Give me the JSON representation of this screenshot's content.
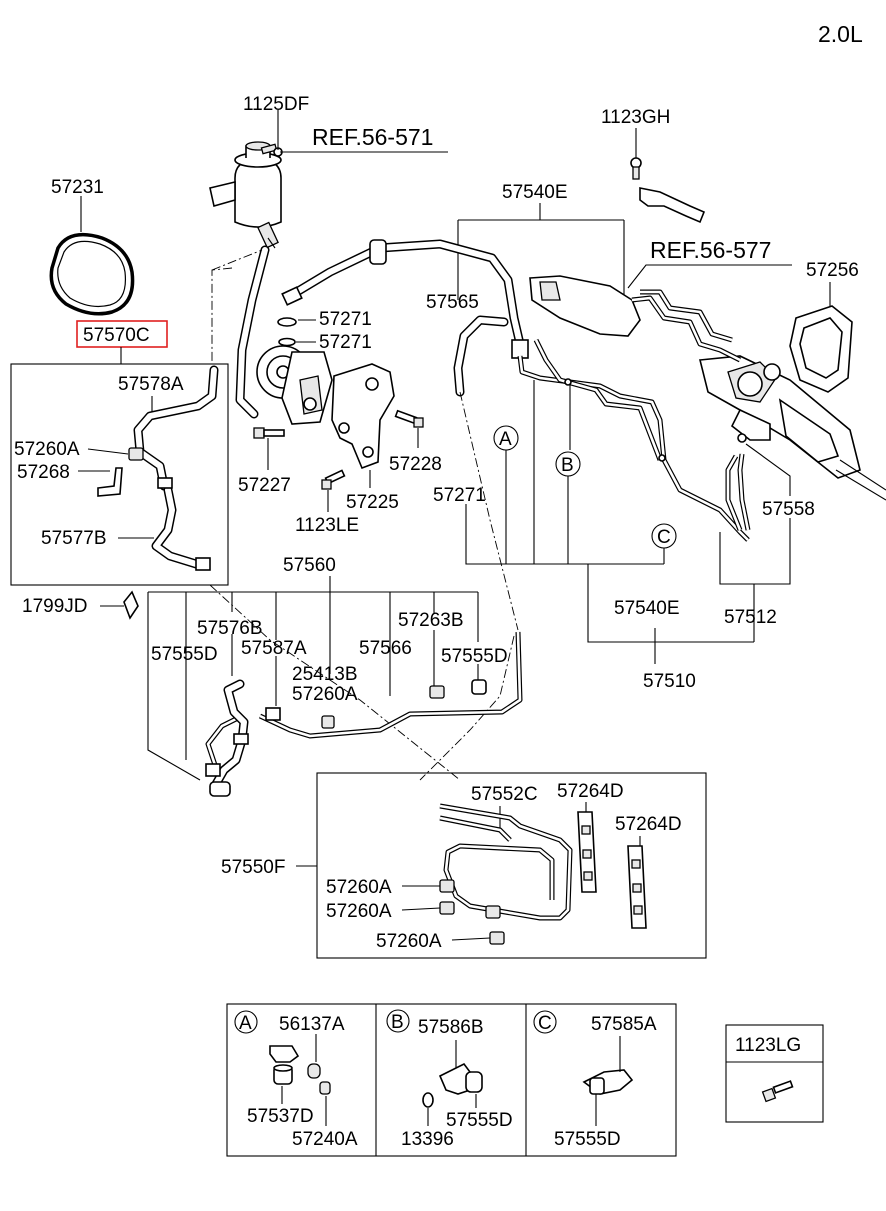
{
  "engine": "2.0L",
  "refs": [
    "REF.56-571",
    "REF.56-577"
  ],
  "highlight": {
    "code": "57570C",
    "color": "#e02020"
  },
  "labels": {
    "p1125DF": "1125DF",
    "p57231": "57231",
    "p1123GH": "1123GH",
    "p57540E_top": "57540E",
    "p57256": "57256",
    "p57565": "57565",
    "p57271_a": "57271",
    "p57271_b": "57271",
    "p57578A": "57578A",
    "p57260A_left": "57260A",
    "p57268": "57268",
    "p57227": "57227",
    "p57228": "57228",
    "p57225": "57225",
    "p1123LE": "1123LE",
    "p57271_c": "57271",
    "p57558": "57558",
    "p57577B": "57577B",
    "p57560": "57560",
    "p1799JD": "1799JD",
    "p57576B": "57576B",
    "p57263B": "57263B",
    "p57555D_left": "57555D",
    "p57587A": "57587A",
    "p57566": "57566",
    "p57555D_right": "57555D",
    "p25413B": "25413B",
    "p57260A_mid": "57260A",
    "p57540E_bottom": "57540E",
    "p57512": "57512",
    "p57510": "57510",
    "p57552C": "57552C",
    "p57264D_a": "57264D",
    "p57264D_b": "57264D",
    "p57550F": "57550F",
    "p57260A_k1": "57260A",
    "p57260A_k2": "57260A",
    "p57260A_k3": "57260A"
  },
  "callouts": {
    "A": "A",
    "B": "B",
    "C": "C"
  },
  "detail_boxes": {
    "A": {
      "letter": "A",
      "parts": [
        "56137A",
        "57537D",
        "57240A"
      ]
    },
    "B": {
      "letter": "B",
      "parts": [
        "57586B",
        "13396",
        "57555D"
      ]
    },
    "C": {
      "letter": "C",
      "parts": [
        "57585A",
        "57555D"
      ]
    },
    "single": {
      "part": "1123LG"
    }
  }
}
